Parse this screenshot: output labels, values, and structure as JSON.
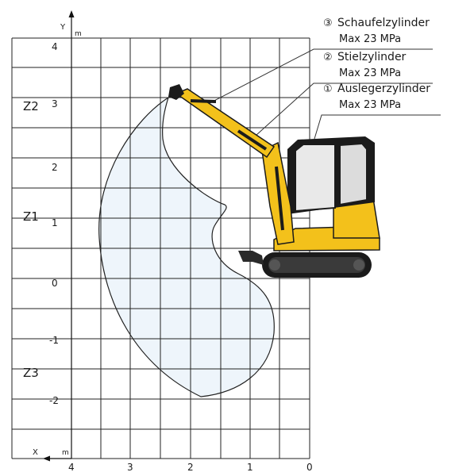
{
  "axes": {
    "y_letter": "Y",
    "y_unit": "m",
    "x_letter": "X",
    "x_unit": "m",
    "y_ticks": [
      "4",
      "3",
      "2",
      "1",
      "0",
      "-1",
      "-2"
    ],
    "x_ticks": [
      "4",
      "3",
      "2",
      "1",
      "0"
    ]
  },
  "zones": [
    "Z2",
    "Z1",
    "Z3"
  ],
  "callouts": [
    {
      "number": "③",
      "name": "Schaufelzylinder",
      "pressure": "Max 23 MPa"
    },
    {
      "number": "②",
      "name": "Stielzylinder",
      "pressure": "Max 23 MPa"
    },
    {
      "number": "①",
      "name": "Auslegerzylinder",
      "pressure": "Max 23 MPa"
    }
  ],
  "colors": {
    "machine_yellow": "#f3c11b",
    "machine_black": "#1b1b1b",
    "work_area_fill": "#eef5fb"
  }
}
